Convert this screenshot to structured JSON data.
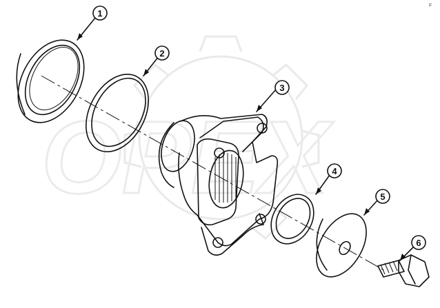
{
  "callouts": [
    {
      "id": "callout-1",
      "label": "1"
    },
    {
      "id": "callout-2",
      "label": "2"
    },
    {
      "id": "callout-3",
      "label": "3"
    },
    {
      "id": "callout-4",
      "label": "4"
    },
    {
      "id": "callout-5",
      "label": "5"
    },
    {
      "id": "callout-6",
      "label": "6"
    }
  ],
  "watermark": {
    "text": "OPEX",
    "color": "#e6e6e6"
  },
  "corner_mark": "F"
}
